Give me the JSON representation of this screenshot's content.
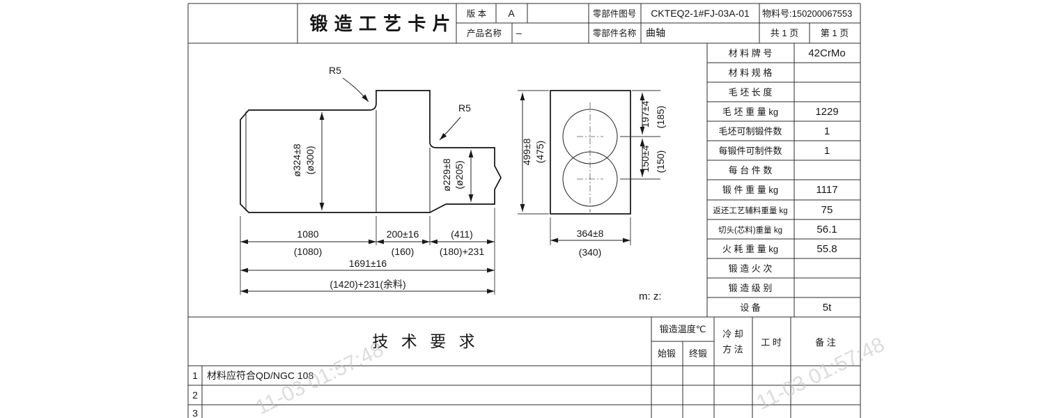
{
  "header": {
    "title": "锻 造 工 艺 卡 片",
    "version_label": "版 本",
    "version_value": "A",
    "part_no_label": "零部件图号",
    "part_no_value": "CKTEQ2-1#FJ-03A-01",
    "material_no": "物料号:150200067553",
    "product_label": "产品名称",
    "product_value": "–",
    "part_name_label": "零部件名称",
    "part_name_value": "曲轴",
    "pages_total": "共 1 页",
    "page_current": "第 1 页"
  },
  "material_table": {
    "rows": [
      {
        "label": "材 料 牌 号",
        "value": "42CrMo"
      },
      {
        "label": "材 料 规 格",
        "value": ""
      },
      {
        "label": "毛 坯 长 度",
        "value": ""
      },
      {
        "label": "毛 坯 重 量 kg",
        "value": "1229"
      },
      {
        "label": "毛坯可制锻件数",
        "value": "1"
      },
      {
        "label": "每锻件可制件数",
        "value": "1"
      },
      {
        "label": "每 台 件 数",
        "value": ""
      },
      {
        "label": "锻 件 重 量 kg",
        "value": "1117"
      },
      {
        "label": "返还工艺辅料重量 kg",
        "value": "75"
      },
      {
        "label": "切头(芯料)重量 kg",
        "value": "56.1"
      },
      {
        "label": "火 耗 重 量 kg",
        "value": "55.8"
      },
      {
        "label": "锻 造 火 次",
        "value": ""
      },
      {
        "label": "锻 造 级 别",
        "value": ""
      },
      {
        "label": "设 备",
        "value": "5t"
      }
    ]
  },
  "drawing": {
    "r5_left": "R5",
    "r5_right": "R5",
    "dia_left": "ø324±8",
    "dia_left_ref": "(ø300)",
    "dia_right": "ø229±8",
    "dia_right_ref": "(ø205)",
    "len_seg1": "1080",
    "len_seg1_ref": "(1080)",
    "len_seg2": "200±16",
    "len_seg2_ref": "(160)",
    "len_seg3": "(411)",
    "len_seg3_ref": "(180)+231",
    "len_total": "1691±16",
    "len_total_ref": "(1420)+231(余料)",
    "side_height": "499±8",
    "side_height_ref": "(475)",
    "side_top": "197±4",
    "side_top_ref": "(185)",
    "side_throw": "150±4",
    "side_throw_ref": "(150)",
    "side_width": "364±8",
    "side_width_ref": "(340)",
    "note": "m: z:"
  },
  "tech": {
    "title": "技 术 要 求",
    "temp_header": "锻造温度℃",
    "temp_start": "始锻",
    "temp_end": "终锻",
    "cooling_line1": "冷 却",
    "cooling_line2": "方 法",
    "hours": "工 时",
    "remark": "备 注",
    "rows": [
      {
        "no": "1",
        "text": "材料应符合QD/NGC 108"
      },
      {
        "no": "2",
        "text": ""
      },
      {
        "no": "3",
        "text": ""
      }
    ]
  },
  "watermark": {
    "text": "11-03 01:57:48"
  }
}
